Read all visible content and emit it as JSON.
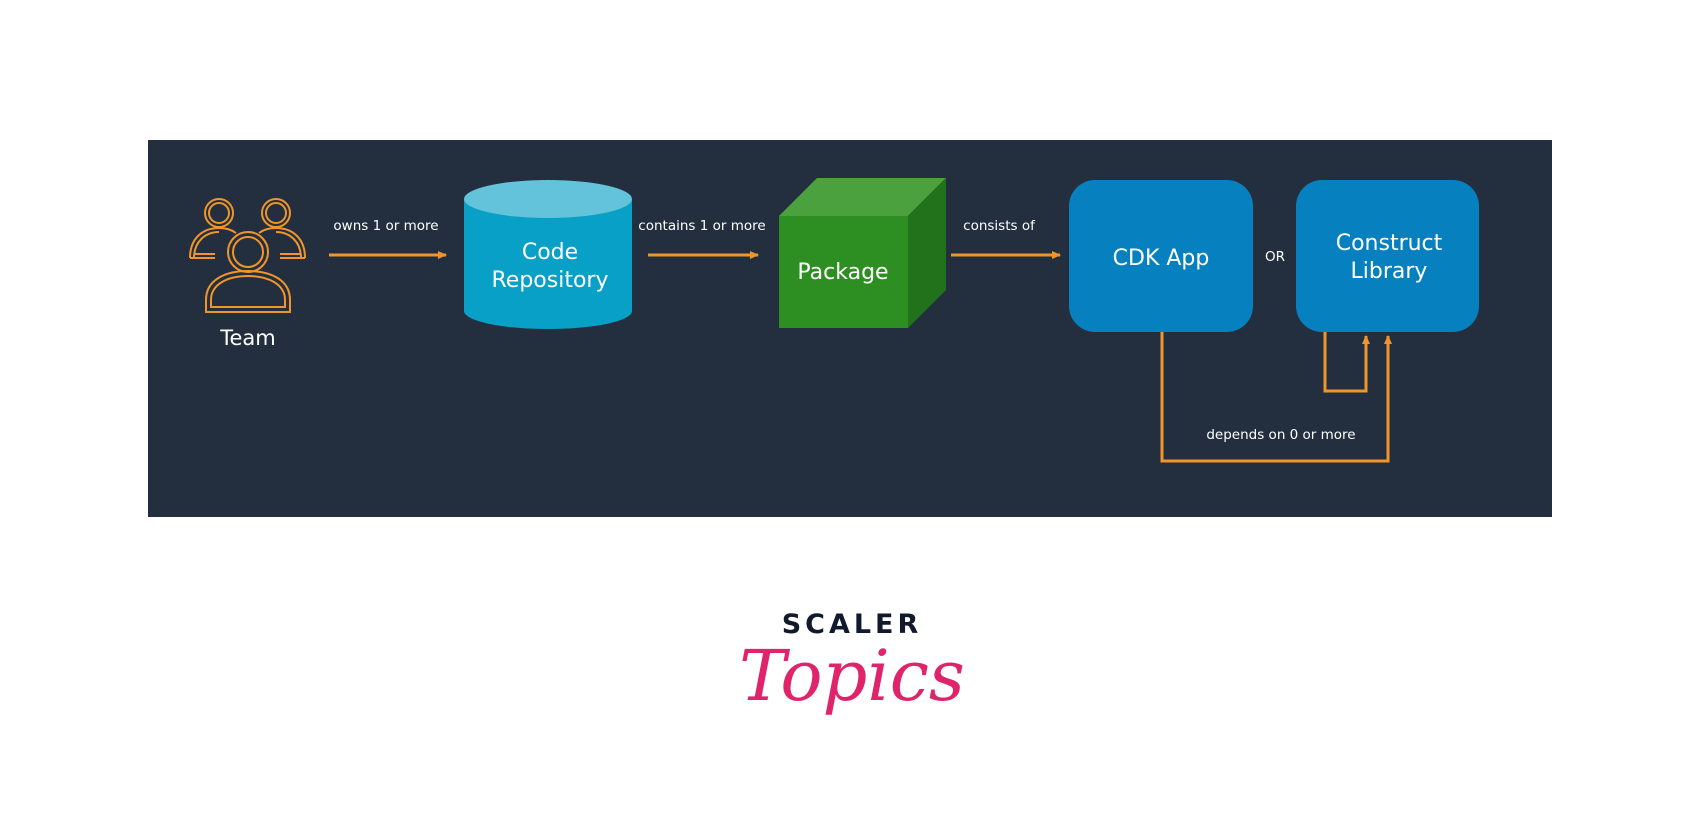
{
  "diagram": {
    "colors": {
      "panel_bg": "#232f3e",
      "arrow": "#f0952b",
      "team_icon": "#f0952b",
      "repo_body": "#08a0c6",
      "repo_top": "#63c3db",
      "package_front": "#2d8f22",
      "package_top": "#4aa13d",
      "package_side": "#21721a",
      "node_blue": "#0680bf",
      "text": "#ffffff",
      "logo_dark": "#111a2c",
      "logo_pink": "#e0246b"
    },
    "nodes": {
      "team": {
        "label": "Team",
        "icon": "users-group-icon"
      },
      "code_repository": {
        "label_lines": [
          "Code",
          "Repository"
        ],
        "shape": "cylinder"
      },
      "package": {
        "label": "Package",
        "shape": "cube"
      },
      "cdk_app": {
        "label": "CDK App",
        "shape": "rounded-rectangle"
      },
      "construct_library": {
        "label_lines": [
          "Construct",
          "Library"
        ],
        "shape": "rounded-rectangle"
      }
    },
    "edges": [
      {
        "from": "Team",
        "to": "Code Repository",
        "label": "owns 1 or more"
      },
      {
        "from": "Code Repository",
        "to": "Package",
        "label": "contains 1 or more"
      },
      {
        "from": "Package",
        "to": "CDK App",
        "label": "consists of"
      },
      {
        "from": "CDK App",
        "to": "Construct Library",
        "label": "depends on 0 or more"
      },
      {
        "from": "Construct Library",
        "to": "Construct Library",
        "label": ""
      }
    ],
    "or_label": "OR"
  },
  "logo": {
    "line1": "SCALER",
    "line2": "Topics"
  }
}
